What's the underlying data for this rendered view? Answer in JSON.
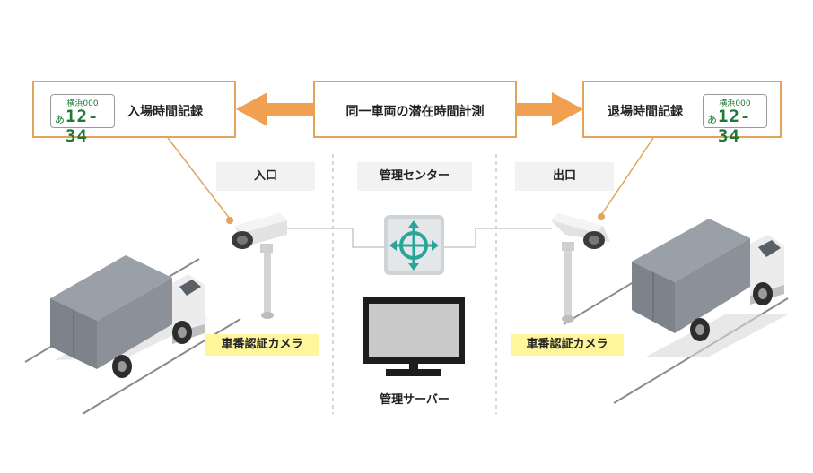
{
  "entry_box": {
    "plate": {
      "top": "横浜000",
      "kana": "あ",
      "number": "12-34"
    },
    "label": "入場時間記録"
  },
  "center_box": {
    "label": "同一車両の潜在時間計測"
  },
  "exit_box": {
    "plate": {
      "top": "横浜000",
      "kana": "あ",
      "number": "12-34"
    },
    "label": "退場時間記録"
  },
  "zones": {
    "entrance": "入口",
    "center": "管理センター",
    "exit": "出口"
  },
  "camera_left_label": "車番認証カメラ",
  "camera_right_label": "車番認証カメラ",
  "server_label": "管理サーバー",
  "colors": {
    "accent_orange": "#f0a050",
    "box_border": "#e2a35a",
    "label_yellow": "#fff59a",
    "teal_icon": "#2aa59a",
    "plate_green": "#1f7a3a"
  },
  "icons": [
    "camera-icon",
    "truck-icon",
    "server-icon",
    "monitor-icon",
    "arrow-icon"
  ]
}
